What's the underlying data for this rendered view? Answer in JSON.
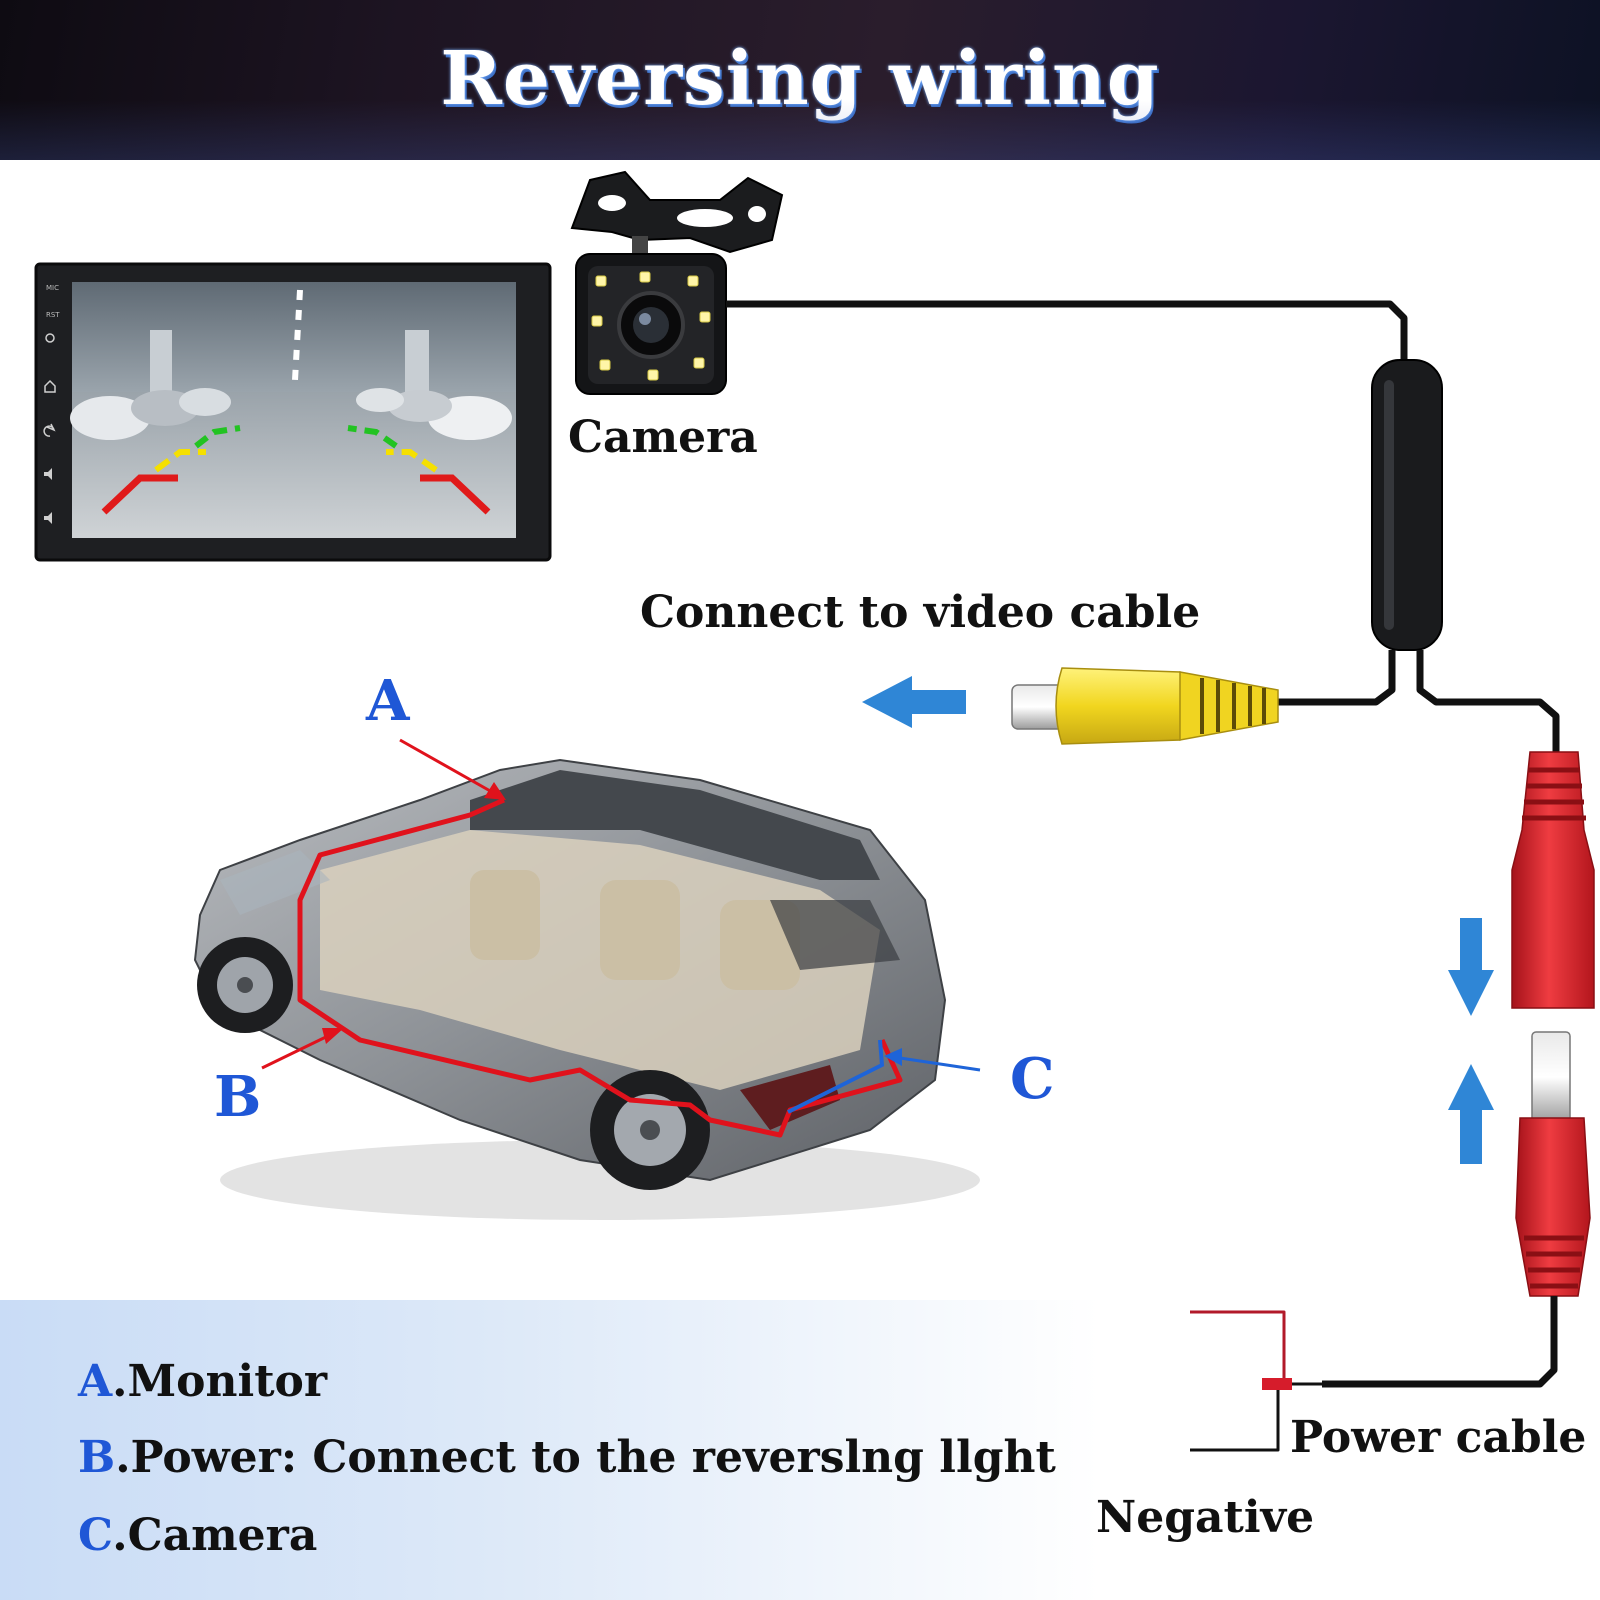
{
  "header": {
    "title": "Reversing wiring"
  },
  "labels": {
    "camera": "Camera",
    "connect_video": "Connect to video cable",
    "power_cable": "Power cable",
    "negative": "Negative"
  },
  "markers": {
    "a": "A",
    "b": "B",
    "c": "C"
  },
  "monitor": {
    "side_labels": [
      "MIC",
      "RST"
    ]
  },
  "legend": [
    {
      "key": "A",
      "text": ".Monitor"
    },
    {
      "key": "B",
      "text": ".Power: Connect to the reverslng llght"
    },
    {
      "key": "C",
      "text": ".Camera"
    }
  ],
  "colors": {
    "accent_blue": "#1f57d6",
    "arrow_blue": "#2f86d6",
    "wire_red": "#d8141c",
    "rca_yellow": "#f3e02a",
    "dc_red": "#e3353a"
  }
}
